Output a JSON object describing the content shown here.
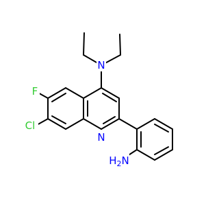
{
  "molecule": {
    "atoms": {
      "amine_n": {
        "text": "N",
        "color": "#0000ff"
      },
      "ring_n": {
        "text": "N",
        "color": "#0000ff"
      },
      "fluorine": {
        "text": "F",
        "color": "#33cc33"
      },
      "chlorine": {
        "text": "Cl",
        "color": "#33cc33"
      },
      "aniline_nh2": {
        "text": "H2N",
        "color": "#0000ff"
      }
    },
    "bond_color": "#000000"
  }
}
